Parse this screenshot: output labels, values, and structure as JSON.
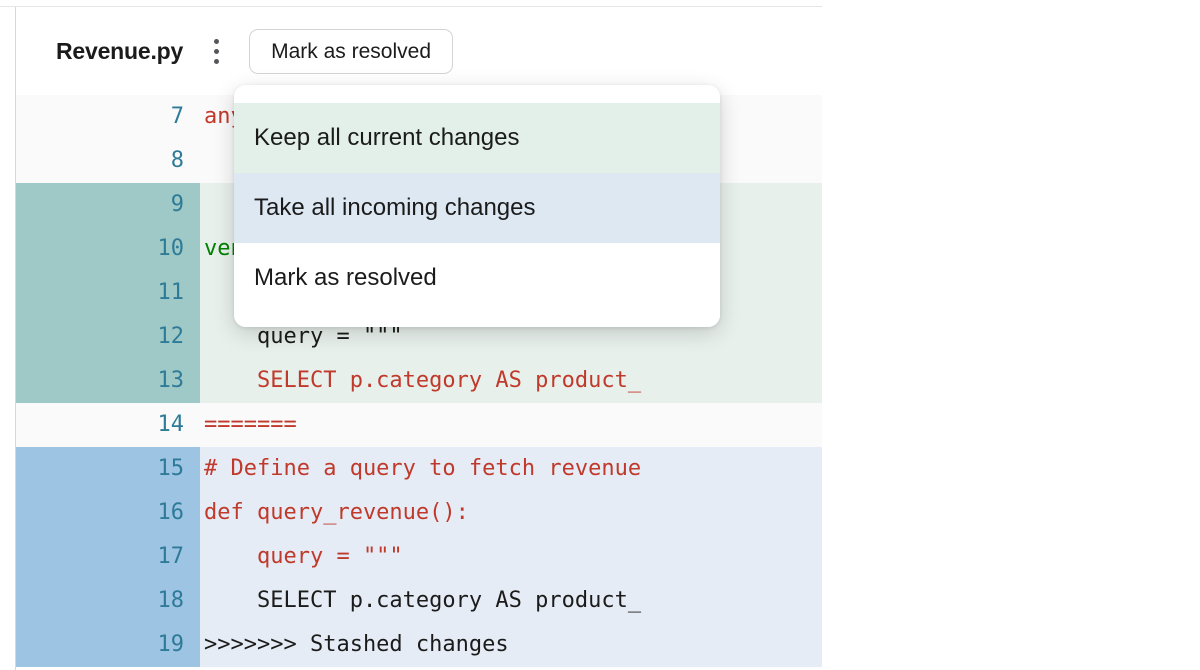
{
  "header": {
    "file_name": "Revenue.py",
    "kebab_icon": "kebab-menu-icon",
    "resolve_button_label": "Mark as resolved"
  },
  "menu": {
    "items": [
      {
        "label": "Keep all current changes",
        "variant": "green"
      },
      {
        "label": "Take all incoming changes",
        "variant": "blue"
      },
      {
        "label": "Mark as resolved",
        "variant": "plain"
      }
    ]
  },
  "colors": {
    "code_red": "#c0392b",
    "code_green": "#008000",
    "code_dark": "#1b1b1b",
    "gutter_number": "#2e7b97",
    "current_gutter": "#9fc9c6",
    "current_background": "#e8f0ec",
    "incoming_gutter": "#9ec4e4",
    "incoming_background": "#e6ecf5",
    "context_background": "#fafafa",
    "menu_green": "#e3efe9",
    "menu_blue": "#dde8f2"
  },
  "code": {
    "rows": [
      {
        "number": "7",
        "section": "ctx",
        "text": "any_d",
        "color": "red"
      },
      {
        "number": "8",
        "section": "ctx",
        "text": "",
        "color": "dark"
      },
      {
        "number": "9",
        "section": "current",
        "text": "",
        "color": "dark"
      },
      {
        "number": "10",
        "section": "current",
        "text": "venue",
        "color": "green"
      },
      {
        "number": "11",
        "section": "current",
        "text": "",
        "color": "dark"
      },
      {
        "number": "12",
        "section": "current",
        "text": "    query = \"\"\"",
        "color": "dark"
      },
      {
        "number": "13",
        "section": "current",
        "text": "    SELECT p.category AS product_",
        "color": "red"
      },
      {
        "number": "14",
        "section": "ctx",
        "text": "=======",
        "color": "red"
      },
      {
        "number": "15",
        "section": "incoming",
        "text": "# Define a query to fetch revenue",
        "color": "red"
      },
      {
        "number": "16",
        "section": "incoming",
        "text": "def query_revenue():",
        "color": "red"
      },
      {
        "number": "17",
        "section": "incoming",
        "text": "    query = \"\"\"",
        "color": "red"
      },
      {
        "number": "18",
        "section": "incoming",
        "text": "    SELECT p.category AS product_",
        "color": "dark"
      },
      {
        "number": "19",
        "section": "incoming",
        "text": ">>>>>>> Stashed changes",
        "color": "dark"
      }
    ]
  }
}
